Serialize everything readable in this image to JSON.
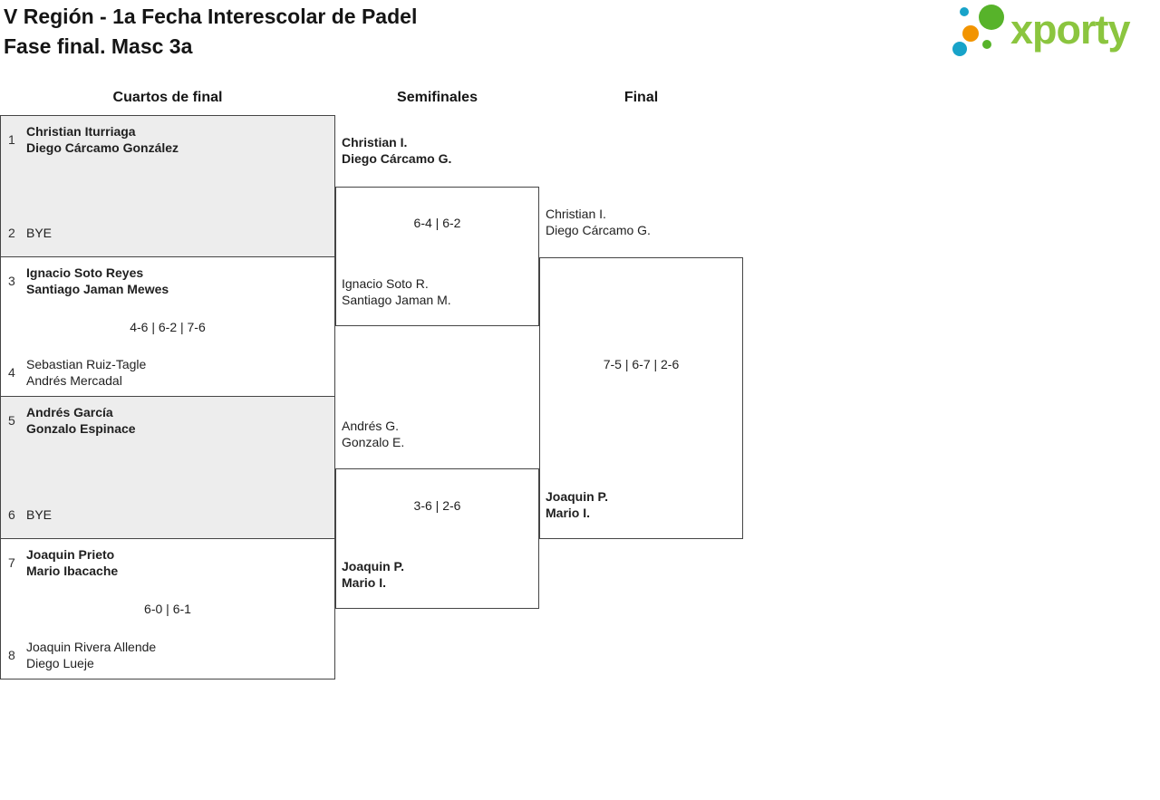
{
  "header": {
    "title_line1": "V Región - 1a Fecha Interescolar de Padel",
    "title_line2": "Fase final. Masc 3a"
  },
  "logo": {
    "text": "xporty"
  },
  "round_headers": {
    "quarterfinals": "Cuartos de final",
    "semifinals": "Semifinales",
    "final": "Final"
  },
  "bracket": {
    "quarterfinals": [
      {
        "top_seed": "1",
        "top": {
          "line1": "Christian Iturriaga",
          "line2": "Diego Cárcamo González",
          "winner": true
        },
        "score": "",
        "bottom_seed": "2",
        "bottom": {
          "line1": "BYE",
          "line2": "",
          "winner": false
        }
      },
      {
        "top_seed": "3",
        "top": {
          "line1": "Ignacio Soto Reyes",
          "line2": "Santiago Jaman Mewes",
          "winner": true
        },
        "score": "4-6 | 6-2 | 7-6",
        "bottom_seed": "4",
        "bottom": {
          "line1": "Sebastian Ruiz-Tagle",
          "line2": "Andrés Mercadal",
          "winner": false
        }
      },
      {
        "top_seed": "5",
        "top": {
          "line1": "Andrés García",
          "line2": "Gonzalo Espinace",
          "winner": true
        },
        "score": "",
        "bottom_seed": "6",
        "bottom": {
          "line1": "BYE",
          "line2": "",
          "winner": false
        }
      },
      {
        "top_seed": "7",
        "top": {
          "line1": "Joaquin Prieto",
          "line2": "Mario Ibacache",
          "winner": true
        },
        "score": "6-0 | 6-1",
        "bottom_seed": "8",
        "bottom": {
          "line1": "Joaquin Rivera Allende",
          "line2": "Diego Lueje",
          "winner": false
        }
      }
    ],
    "semifinals": [
      {
        "top": {
          "line1": "Christian I.",
          "line2": "Diego Cárcamo G.",
          "winner": true
        },
        "score": "6-4 | 6-2",
        "bottom": {
          "line1": "Ignacio Soto R.",
          "line2": "Santiago Jaman M.",
          "winner": false
        }
      },
      {
        "top": {
          "line1": "Andrés G.",
          "line2": "Gonzalo E.",
          "winner": false
        },
        "score": "3-6 | 2-6",
        "bottom": {
          "line1": "Joaquin P.",
          "line2": "Mario I.",
          "winner": true
        }
      }
    ],
    "final": {
      "top": {
        "line1": "Christian I.",
        "line2": "Diego Cárcamo G.",
        "winner": false
      },
      "score": "7-5 | 6-7 | 2-6",
      "bottom": {
        "line1": "Joaquin P.",
        "line2": "Mario I.",
        "winner": true
      }
    }
  },
  "colors": {
    "brand_green": "#8bc53f",
    "dot_green": "#57b32a",
    "dot_teal": "#18a3c9",
    "dot_orange": "#f29400",
    "shaded_match_bg": "#ededed",
    "bracket_line": "#454545"
  }
}
